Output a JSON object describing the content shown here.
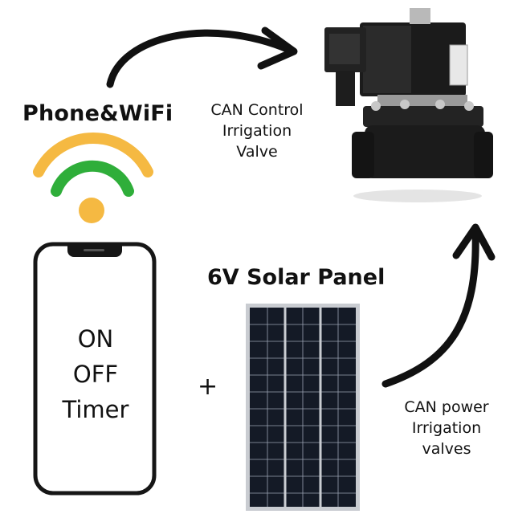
{
  "labels": {
    "phone_wifi": "Phone&WiFi",
    "valve_caption": [
      "CAN Control",
      "Irrigation",
      "Valve"
    ],
    "solar_title": "6V Solar Panel",
    "power_caption": [
      "CAN power",
      "Irrigation",
      "valves"
    ],
    "phone_screen": [
      "ON",
      "OFF",
      "Timer"
    ],
    "plus": "+"
  },
  "colors": {
    "wifi_outer": "#f5b942",
    "wifi_middle": "#2fae3a",
    "wifi_dot": "#f5b942",
    "phone_frame": "#161616",
    "arrow": "#111111",
    "panel_cell": "#141a26",
    "panel_frame": "#c9ccd1",
    "valve_body": "#1b1b1b"
  },
  "icons": [
    "wifi-icon",
    "smartphone-icon",
    "solar-panel-icon",
    "solenoid-valve-icon",
    "curved-arrow-icon"
  ]
}
